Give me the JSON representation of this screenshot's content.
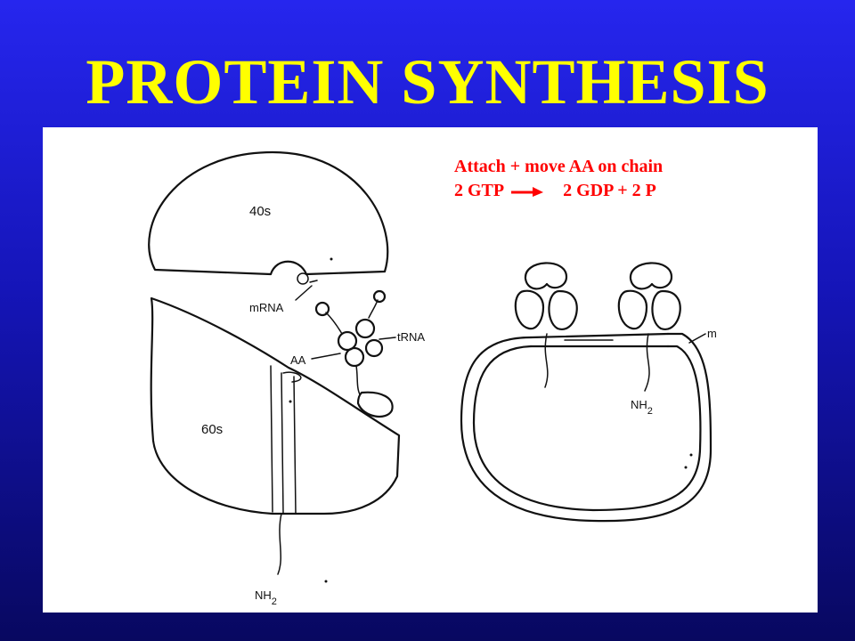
{
  "slide": {
    "title": "PROTEIN SYNTHESIS",
    "title_color": "#ffff00",
    "background_color": "#1a1ad0"
  },
  "caption": {
    "line1": "Attach + move AA on chain",
    "line2_left": "2 GTP",
    "line2_right": "2 GDP + 2 P",
    "color": "#ff0000"
  },
  "diagram": {
    "left": {
      "small_subunit_label": "40s",
      "large_subunit_label": "60s",
      "mrna_label": "mRNA",
      "trna_label": "tRNA",
      "aa_label": "AA",
      "nh2_label": "NH",
      "nh2_subscript": "2"
    },
    "right": {
      "m_label": "m",
      "nh2_label": "NH",
      "nh2_subscript": "2"
    }
  }
}
